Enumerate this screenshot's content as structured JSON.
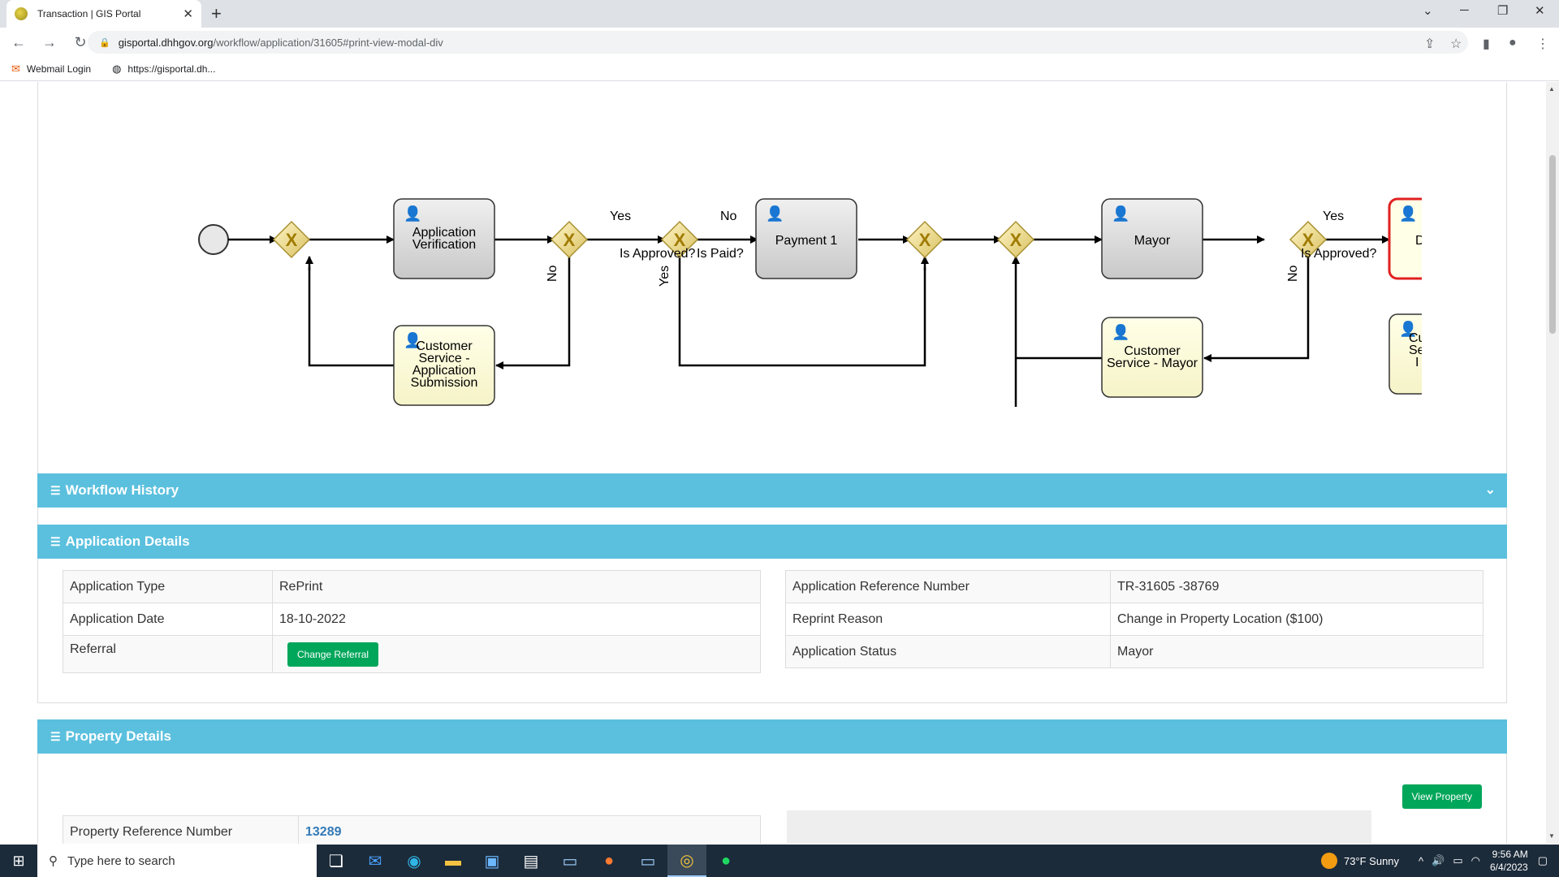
{
  "browser": {
    "tab_title": "Transaction | GIS Portal",
    "new_tab": "+",
    "url_host": "gisportal.dhhgov.org",
    "url_path": "/workflow/application/31605#print-view-modal-div",
    "bookmarks": [
      {
        "label": "Webmail Login",
        "icon": "webmail-icon"
      },
      {
        "label": "https://gisportal.dh...",
        "icon": "globe-icon"
      }
    ]
  },
  "diagram": {
    "tasks": {
      "app_verification": "Application Verification",
      "payment": "Payment 1",
      "mayor": "Mayor",
      "cs_submission": "Customer Service - Application Submission",
      "cs_mayor": "Customer Service - Mayor",
      "partial_d": "D",
      "partial_cs": "Cu Se I"
    },
    "labels": {
      "yes1": "Yes",
      "no1": "No",
      "is_approved1": "Is Approved?",
      "no_top": "No",
      "is_paid": "Is Paid?",
      "yes_vert": "Yes",
      "no_vert": "No",
      "yes2": "Yes",
      "is_approved2": "Is Approved?",
      "no_vert2": "No",
      "gateway": "X"
    }
  },
  "workflow_history": {
    "title": "Workflow History"
  },
  "application_details": {
    "title": "Application Details",
    "left": {
      "type_label": "Application Type",
      "type_value": "RePrint",
      "date_label": "Application Date",
      "date_value": "18-10-2022",
      "referral_label": "Referral",
      "referral_button": "Change Referral"
    },
    "right": {
      "ref_label": "Application Reference Number",
      "ref_value": "TR-31605 -38769",
      "reason_label": "Reprint Reason",
      "reason_value": "Change in Property Location ($100)",
      "status_label": "Application Status",
      "status_value": "Mayor"
    }
  },
  "property_details": {
    "title": "Property Details",
    "view_button": "View Property",
    "ref_label": "Property Reference Number",
    "ref_value": "13289"
  },
  "taskbar": {
    "search_placeholder": "Type here to search",
    "weather": "73°F  Sunny",
    "time": "9:56 AM",
    "date": "6/4/2023"
  }
}
